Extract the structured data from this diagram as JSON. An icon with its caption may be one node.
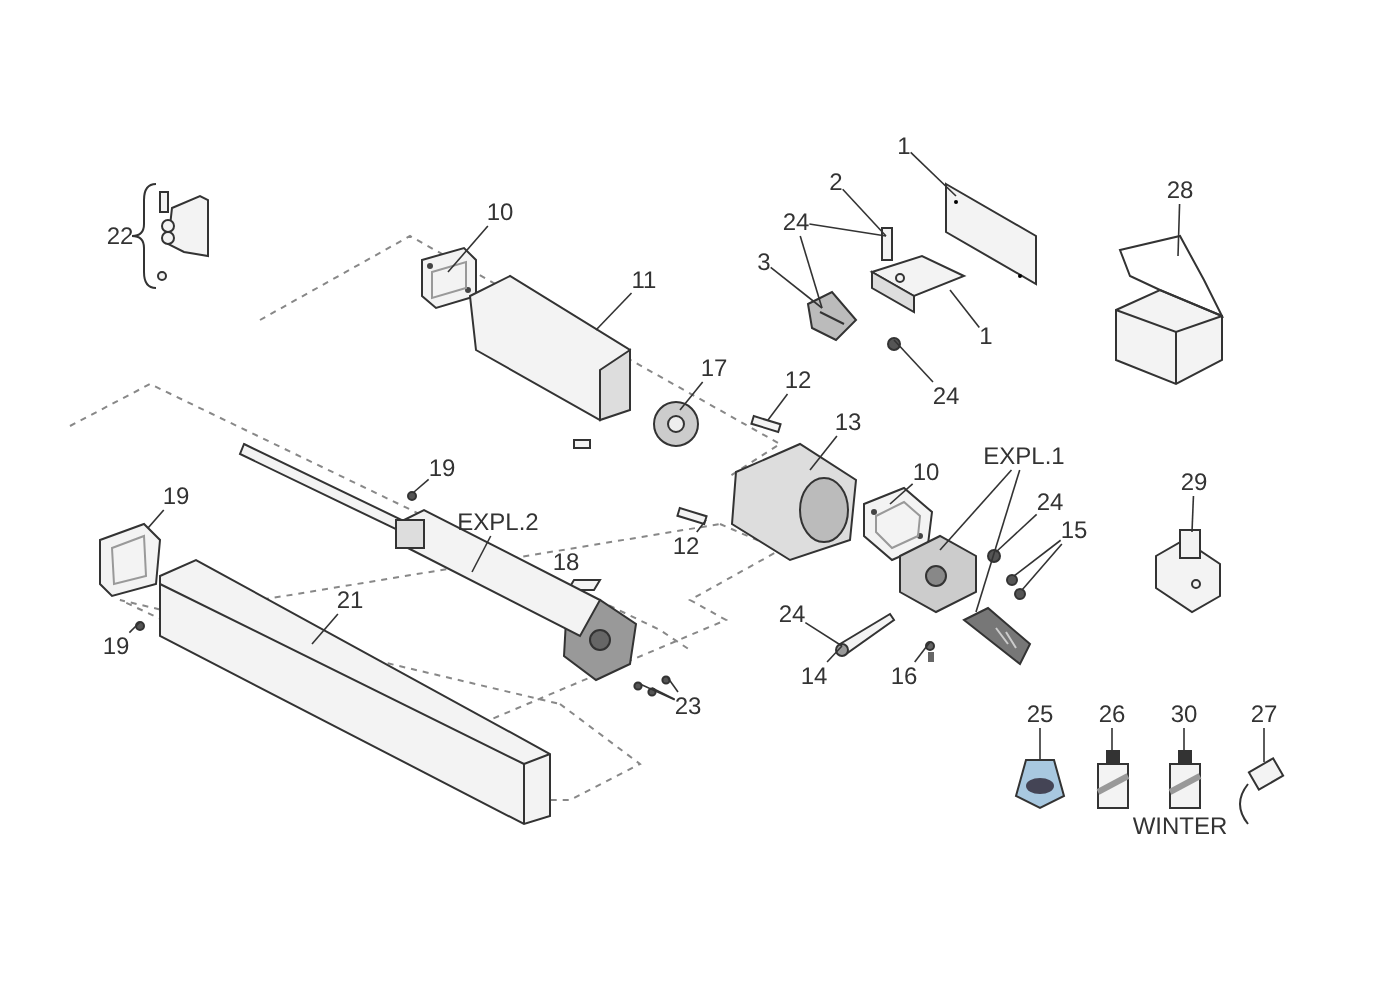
{
  "diagram": {
    "nodes": [
      {
        "text": [
          "10"
        ]
      },
      {
        "text": [
          "11"
        ]
      },
      {
        "text": [
          "2"
        ]
      },
      {
        "text": [
          "1"
        ]
      },
      {
        "text": [
          "24"
        ]
      },
      {
        "text": [
          "3"
        ]
      },
      {
        "text": [
          "1"
        ]
      },
      {
        "text": [
          "24"
        ]
      },
      {
        "text": [
          "28"
        ]
      },
      {
        "text": [
          "17"
        ]
      },
      {
        "text": [
          "12"
        ]
      },
      {
        "text": [
          "13"
        ]
      },
      {
        "text": [
          "12"
        ]
      },
      {
        "text": [
          "19"
        ]
      },
      {
        "text": [
          "19"
        ]
      },
      {
        "text": [
          "EXPL.2"
        ]
      },
      {
        "text": [
          "21"
        ]
      },
      {
        "text": [
          "19"
        ]
      },
      {
        "text": [
          "23"
        ]
      },
      {
        "text": [
          "10"
        ]
      },
      {
        "text": [
          "EXPL.1"
        ]
      },
      {
        "text": [
          "24"
        ]
      },
      {
        "text": [
          "15"
        ]
      },
      {
        "text": [
          "29"
        ]
      },
      {
        "text": [
          "24"
        ]
      },
      {
        "text": [
          "14"
        ]
      },
      {
        "text": [
          "16"
        ]
      },
      {
        "text": [
          "25"
        ]
      },
      {
        "text": [
          "26"
        ]
      },
      {
        "text": [
          "30"
        ]
      },
      {
        "text": [
          "27"
        ]
      },
      {
        "text": [],
        "shape": "picture"
      },
      {
        "text": [],
        "shape": "picture"
      },
      {
        "text": [],
        "shape": "box"
      },
      {
        "text": [],
        "shape": "picture"
      },
      {
        "text": [],
        "shape": "picture"
      },
      {
        "text": [],
        "shape": "picture"
      },
      {
        "text": [],
        "shape": "circle"
      },
      {
        "text": [],
        "shape": "picture"
      },
      {
        "text": [],
        "shape": "picture"
      },
      {
        "text": [],
        "shape": "box"
      },
      {
        "text": [],
        "shape": "picture"
      },
      {
        "text": [],
        "shape": "box"
      },
      {
        "text": [],
        "shape": "circle"
      },
      {
        "text": [],
        "shape": "picture"
      },
      {
        "text": [],
        "shape": "picture"
      },
      {
        "text": [],
        "shape": "picture"
      },
      {
        "text": [],
        "shape": "circle"
      },
      {
        "text": [],
        "shape": "circle"
      },
      {
        "text": [],
        "shape": "circle"
      },
      {
        "text": [],
        "shape": "circle"
      },
      {
        "text": [],
        "shape": "picture"
      },
      {
        "text": [],
        "shape": "picture"
      },
      {
        "text": [],
        "shape": "picture"
      },
      {
        "text": [],
        "shape": "circle"
      },
      {
        "text": [],
        "shape": "circle"
      },
      {
        "text": [],
        "shape": "circle"
      },
      {
        "text": [],
        "shape": "picture"
      },
      {
        "text": [],
        "shape": "picture"
      },
      {
        "text": [],
        "shape": "picture"
      },
      {
        "text": [],
        "shape": "picture"
      },
      {
        "text": [],
        "shape": "picture"
      },
      {
        "text": [],
        "shape": "picture"
      },
      {
        "text": [],
        "shape": "picture"
      }
    ],
    "edges": [
      {
        "from": 0,
        "to": 31,
        "arrow": "none"
      },
      {
        "from": 1,
        "to": 32,
        "arrow": "none"
      },
      {
        "from": 2,
        "to": 33,
        "arrow": "none"
      },
      {
        "from": 3,
        "to": 34,
        "arrow": "none"
      },
      {
        "from": 4,
        "to": 33,
        "arrow": "none"
      },
      {
        "from": 4,
        "to": 35,
        "arrow": "none"
      },
      {
        "from": 5,
        "to": 35,
        "arrow": "none"
      },
      {
        "from": 6,
        "to": 36,
        "arrow": "none"
      },
      {
        "from": 7,
        "to": 37,
        "arrow": "none"
      },
      {
        "from": 8,
        "to": 38,
        "arrow": "none"
      },
      {
        "from": 9,
        "to": 39,
        "arrow": "none"
      },
      {
        "from": 10,
        "to": 40,
        "arrow": "none"
      },
      {
        "from": 11,
        "to": 41,
        "arrow": "none"
      },
      {
        "from": 12,
        "to": 42,
        "arrow": "none"
      },
      {
        "from": 13,
        "to": 43,
        "arrow": "none"
      },
      {
        "from": 14,
        "to": 44,
        "arrow": "none"
      },
      {
        "from": 15,
        "to": 45,
        "arrow": "none"
      },
      {
        "from": 16,
        "to": 46,
        "arrow": "none"
      },
      {
        "from": 17,
        "to": 47,
        "arrow": "none"
      },
      {
        "from": 18,
        "to": 48,
        "arrow": "none"
      },
      {
        "from": 18,
        "to": 49,
        "arrow": "none"
      },
      {
        "from": 18,
        "to": 50,
        "arrow": "none"
      },
      {
        "from": 19,
        "to": 51,
        "arrow": "none"
      },
      {
        "from": 20,
        "to": 52,
        "arrow": "none"
      },
      {
        "from": 20,
        "to": 53,
        "arrow": "none"
      },
      {
        "from": 21,
        "to": 54,
        "arrow": "none"
      },
      {
        "from": 22,
        "to": 55,
        "arrow": "none"
      },
      {
        "from": 22,
        "to": 56,
        "arrow": "none"
      },
      {
        "from": 23,
        "to": 57,
        "arrow": "none"
      },
      {
        "from": 24,
        "to": 58,
        "arrow": "none"
      },
      {
        "from": 25,
        "to": 58,
        "arrow": "none"
      },
      {
        "from": 26,
        "to": 59,
        "arrow": "none"
      },
      {
        "from": 27,
        "to": 60,
        "arrow": "none"
      },
      {
        "from": 28,
        "to": 61,
        "arrow": "none"
      },
      {
        "from": 29,
        "to": 62,
        "arrow": "none"
      },
      {
        "from": 30,
        "to": 63,
        "arrow": "none"
      }
    ],
    "labels": [
      "22",
      "18",
      "WINTER"
    ]
  }
}
